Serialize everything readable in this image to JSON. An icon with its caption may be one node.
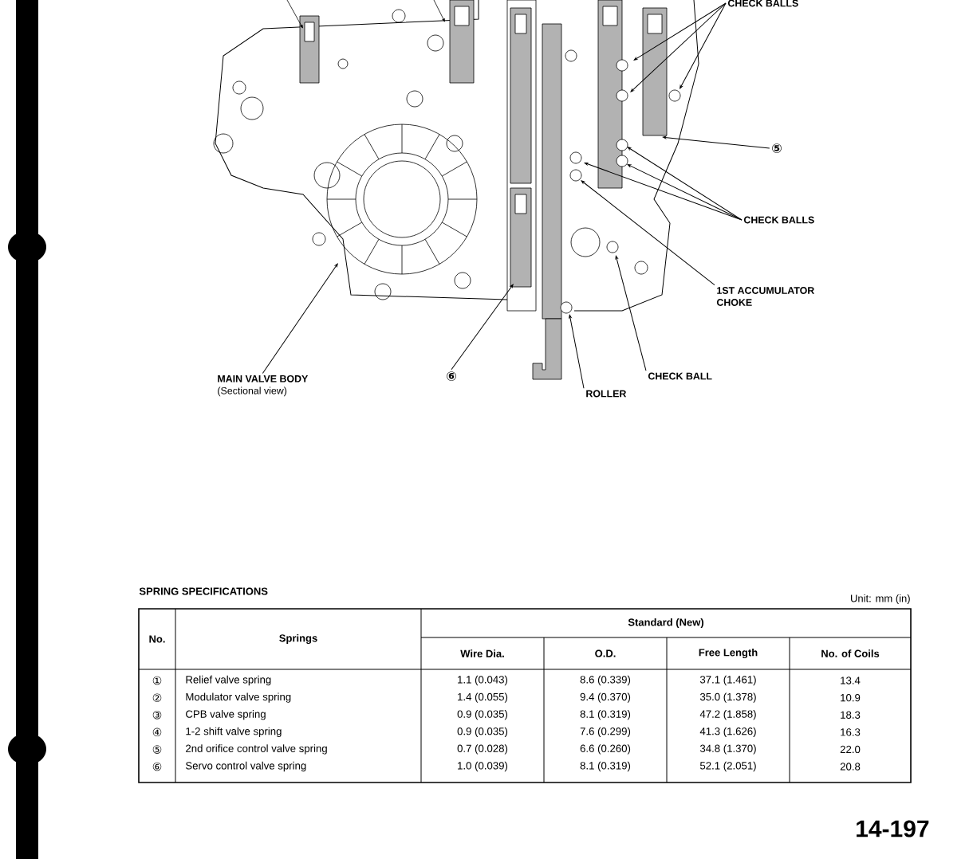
{
  "diagram": {
    "nodes": [
      {
        "text": [
          "CHECK BALLS"
        ]
      },
      {
        "text": [
          "⑤"
        ]
      },
      {
        "text": [
          "CHECK BALLS"
        ]
      },
      {
        "text": [
          "1ST ACCUMULATOR CHOKE"
        ]
      },
      {
        "text": [
          "CHECK BALL"
        ]
      },
      {
        "text": [
          "ROLLER"
        ]
      },
      {
        "text": [
          "⑥"
        ]
      },
      {
        "text": [
          "MAIN VALVE BODY",
          "(Sectional view)"
        ]
      }
    ],
    "edges": [
      {
        "from": 0,
        "to": null,
        "arrow": "to"
      },
      {
        "from": 0,
        "to": null,
        "arrow": "to"
      },
      {
        "from": 0,
        "to": null,
        "arrow": "to"
      },
      {
        "from": 1,
        "to": null,
        "arrow": "to"
      },
      {
        "from": 2,
        "to": null,
        "arrow": "to"
      },
      {
        "from": 2,
        "to": null,
        "arrow": "to"
      },
      {
        "from": 2,
        "to": null,
        "arrow": "to"
      },
      {
        "from": 3,
        "to": null,
        "arrow": "to"
      },
      {
        "from": 4,
        "to": null,
        "arrow": "to"
      },
      {
        "from": 5,
        "to": null,
        "arrow": "to"
      },
      {
        "from": 6,
        "to": null,
        "arrow": "to"
      },
      {
        "from": 7,
        "to": null,
        "arrow": "to"
      }
    ],
    "labels": [
      "SPRING SPECIFICATIONS",
      "Unit: mm (in)",
      "No.",
      "Springs",
      "Standard (New)",
      "Wire Dia.",
      "O.D.",
      "Free Length",
      "No. of Coils",
      "①",
      "Relief valve spring",
      "1.1 (0.043)",
      "8.6 (0.339)",
      "37.1 (1.461)",
      "13.4",
      "②",
      "Modulator valve spring",
      "1.4 (0.055)",
      "9.4 (0.370)",
      "35.0 (1.378)",
      "10.9",
      "③",
      "CPB valve spring",
      "0.9 (0.035)",
      "8.1 (0.319)",
      "47.2 (1.858)",
      "18.3",
      "④",
      "1-2 shift valve spring",
      "0.9 (0.035)",
      "7.6 (0.299)",
      "41.3 (1.626)",
      "16.3",
      "⑤",
      "2nd orifice control valve spring",
      "0.7 (0.028)",
      "6.6 (0.260)",
      "34.8 (1.370)",
      "22.0",
      "⑥",
      "Servo control valve spring",
      "1.0 (0.039)",
      "8.1 (0.319)",
      "52.1 (2.051)",
      "20.8",
      "14-197"
    ]
  }
}
